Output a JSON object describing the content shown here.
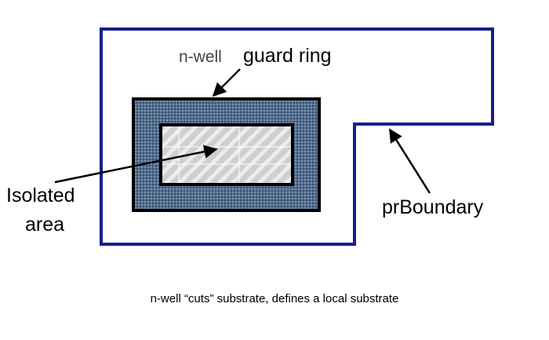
{
  "labels": {
    "nwell": "n-well",
    "guard_ring": "guard ring",
    "isolated_line1": "Isolated",
    "isolated_line2": "area",
    "pr_boundary": "prBoundary"
  },
  "caption": "n-well “cuts” substrate, defines a local substrate",
  "colors": {
    "boundary_stroke": "#16208c",
    "guard_ring_fill": "#4f6a8a",
    "guard_ring_dots": "#9db3cc",
    "outline": "#000000",
    "isolated_fill": "#cfcfcf",
    "hatch": "#ececec",
    "text": "#000000",
    "nwell_text": "#444444"
  }
}
